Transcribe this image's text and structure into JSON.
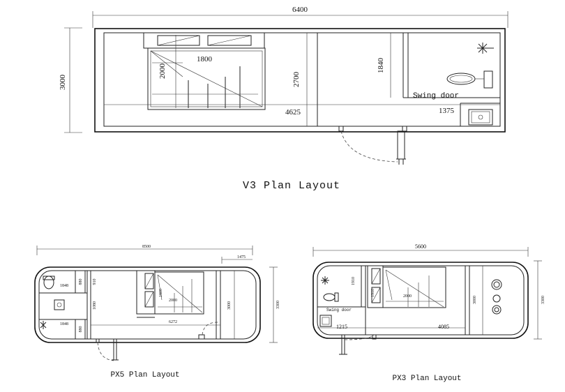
{
  "v3": {
    "title": "V3 Plan Layout",
    "dim_width": "6400",
    "dim_height": "3000",
    "dim_bed_width": "1800",
    "dim_bed_length": "2000",
    "dim_inner_height": "2700",
    "dim_bath_height": "1840",
    "dim_main_room": "4625",
    "dim_bath_room": "1375",
    "swing_door": "Swing door"
  },
  "px5": {
    "title": "PX5 Plan Layout",
    "dim_width": "8500",
    "dim_right_room": "1475",
    "dim_height": "3300",
    "dim_inner_height": "3000",
    "dim_bed": "2000",
    "dim_bed_w": "1800",
    "dim_main_room": "6272",
    "dim_bath_a": "1848",
    "dim_bath_b": "1848",
    "dim_bath_c": "880",
    "dim_bath_d": "880",
    "dim_bath_e": "1080",
    "dim_bath_f": "910"
  },
  "px3": {
    "title": "PX3 Plan Layout",
    "dim_width": "5600",
    "dim_height": "3300",
    "dim_inner_height": "3000",
    "dim_bed": "2000",
    "dim_bath_height": "1910",
    "dim_bath_w": "1910",
    "dim_left": "1215",
    "dim_main_room": "4085",
    "swing_door": "Swing door"
  }
}
